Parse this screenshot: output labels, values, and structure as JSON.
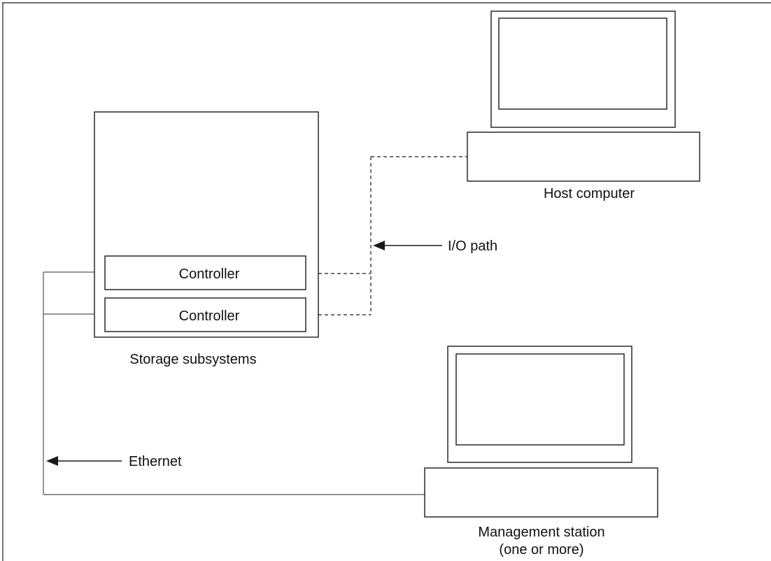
{
  "diagram": {
    "storage": {
      "label": "Storage subsystems",
      "controllers": [
        "Controller",
        "Controller"
      ]
    },
    "host": {
      "label": "Host computer"
    },
    "management": {
      "label_line1": "Management station",
      "label_line2": "(one or more)"
    },
    "annotations": {
      "io_path": "I/O path",
      "ethernet": "Ethernet"
    },
    "colors": {
      "stroke": "#1a1a1a",
      "ethernet_line": "#555555",
      "background": "#ffffff"
    }
  }
}
